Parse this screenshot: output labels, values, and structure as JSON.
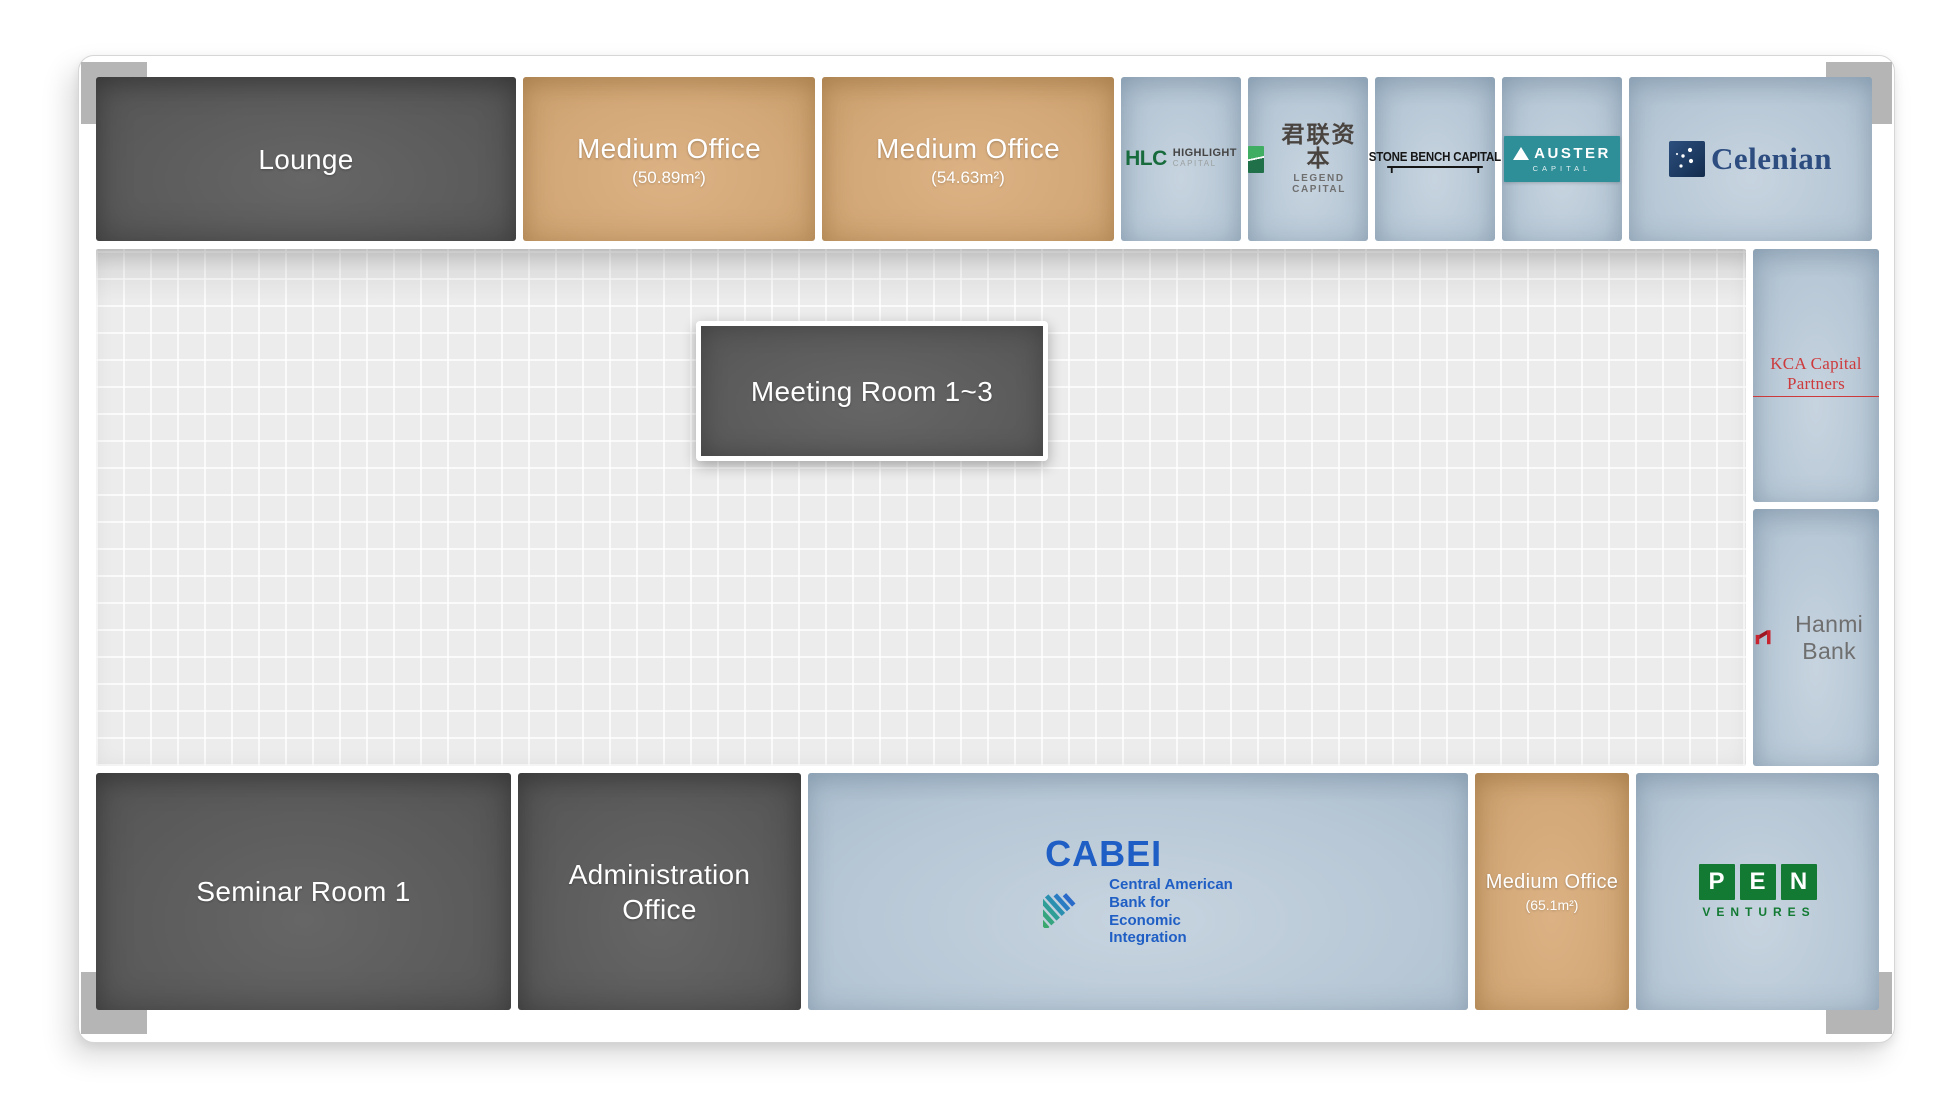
{
  "floorplan": {
    "rooms": {
      "lounge": {
        "label": "Lounge"
      },
      "medium_office_1": {
        "label": "Medium Office",
        "area": "(50.89m²)"
      },
      "medium_office_2": {
        "label": "Medium Office",
        "area": "(54.63m²)"
      },
      "meeting_room": {
        "label": "Meeting Room 1~3"
      },
      "seminar_room": {
        "label": "Seminar Room 1"
      },
      "admin_office": {
        "label": "Administration Office"
      },
      "medium_office_3": {
        "label": "Medium Office",
        "area": "(65.1m²)"
      }
    },
    "tenants": {
      "highlight": {
        "abbr": "HLC",
        "name_top": "HIGHLIGHT",
        "name_bottom": "CAPITAL"
      },
      "legend": {
        "cjk": "君联资本",
        "latin": "LEGEND CAPITAL"
      },
      "stonebench": {
        "name": "STONE BENCH CAPITAL"
      },
      "auster": {
        "name": "AUSTER",
        "sub": "CAPITAL"
      },
      "celenian": {
        "name": "Celenian"
      },
      "kca": {
        "name": "KCA Capital Partners"
      },
      "hanmi": {
        "name": "Hanmi Bank"
      },
      "cabei": {
        "abbr": "CABEI",
        "lines": [
          "Central American",
          "Bank for",
          "Economic",
          "Integration"
        ]
      },
      "pen": {
        "letters": [
          "P",
          "E",
          "N"
        ],
        "sub": "VENTURES"
      }
    },
    "colors": {
      "dark_room": "#5d5d5d",
      "tan_room": "#d3a878",
      "blue_room": "#b7c7d5",
      "floor": "#ececec",
      "frame_corner": "#b5b5b5",
      "auster_teal": "#2e8f99",
      "celenian_navy": "#2d4d80",
      "kca_red": "#cd3a3c",
      "hanmi_red": "#c8242f",
      "cabei_blue": "#1f5ec4",
      "pen_green": "#127a33",
      "legend_green": "#3fae63",
      "hlc_green": "#176b3c"
    }
  }
}
